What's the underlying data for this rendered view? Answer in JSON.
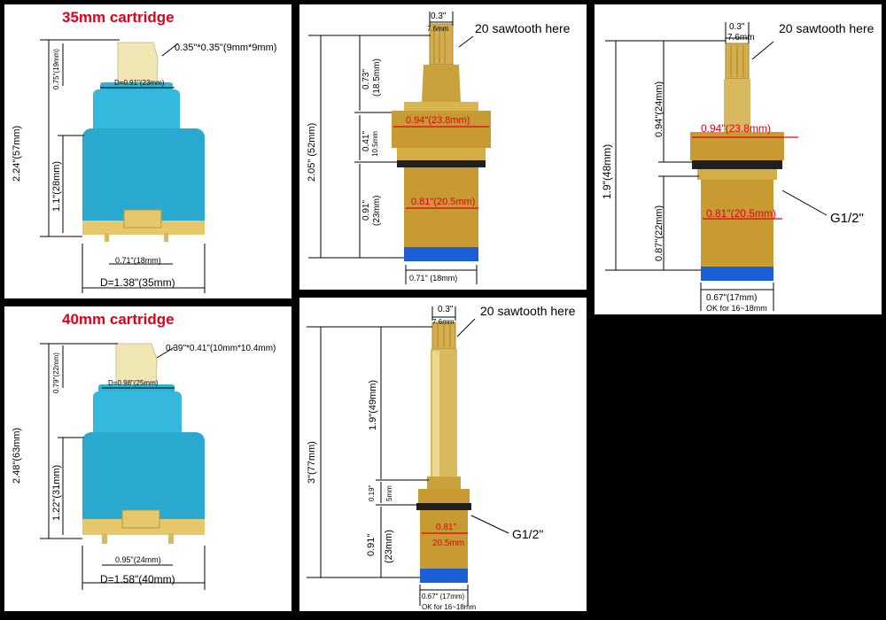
{
  "colors": {
    "background": "#000000",
    "panel": "#ffffff",
    "cartridge_body": "#2eb3d6",
    "cartridge_base": "#e7c76c",
    "stem": "#f0e6b4",
    "brass": "#c9a23c",
    "seal_blue": "#1b5fd6",
    "highlight_red": "#e0001a"
  },
  "panel_35mm": {
    "title": "35mm cartridge",
    "stem_size": "0.35\"*0.35\"(9mm*9mm)",
    "stem_height": "0.75\"(19mm)",
    "neck_diameter": "D=0.91\"(23mm)",
    "total_height": "2.24\"(57mm)",
    "body_height": "1.1\"(28mm)",
    "foot_width": "0.71\"(18mm)",
    "diameter": "D=1.38\"(35mm)"
  },
  "panel_40mm": {
    "title": "40mm cartridge",
    "stem_size": "0.39\"*0.41\"(10mm*10.4mm)",
    "stem_height": "0.79\"(22mm)",
    "neck_diameter": "D=0.98\"(25mm)",
    "total_height": "2.48\"(63mm)",
    "body_height": "1.22\"(31mm)",
    "foot_width": "0.95\"(24mm)",
    "diameter": "D=1.58\"(40mm)"
  },
  "panel_valve_52": {
    "spline_in": "0.3\"",
    "spline_mm": "7.6mm",
    "sawtooth": "20 sawtooth here",
    "total_height": "2.05\" (52mm)",
    "upper_height_in": "0.73\"",
    "upper_height_mm": "(18.5mm)",
    "hex_height_in": "0.41\"",
    "hex_height_mm": "10.5mm",
    "lower_height_in": "0.91\"",
    "lower_height_mm": "(23mm)",
    "hex_width": "0.94\"(23.8mm)",
    "thread_width": "0.81\"(20.5mm)",
    "base_width": "0.71\" (18mm)"
  },
  "panel_valve_48": {
    "spline_in": "0.3\"",
    "spline_mm": "7.6mm",
    "sawtooth": "20 sawtooth here",
    "total_height": "1.9\"(48mm)",
    "upper_height": "0.94\"(24mm)",
    "lower_height": "0.87\"(22mm)",
    "hex_width": "0.94\"(23.8mm)",
    "thread_width": "0.81\"(20.5mm)",
    "thread_label": "G1/2\"",
    "base_width": "0.67\"(17mm)",
    "fit_note": "OK for 16~18mm"
  },
  "panel_valve_77": {
    "spline_in": "0.3\"",
    "spline_mm": "7.6mm",
    "sawtooth": "20 sawtooth here",
    "total_height": "3\"(77mm)",
    "stem_height": "1.9\"(49mm)",
    "hex_height_in": "0.19\"",
    "hex_height_mm": "5mm",
    "lower_height_in": "0.91\"",
    "lower_height_mm": "(23mm)",
    "thread_width_in": "0.81\"",
    "thread_width_mm": "20.5mm",
    "thread_label": "G1/2\"",
    "base_width": "0.67\" (17mm)",
    "fit_note": "OK for 16~18mm"
  }
}
